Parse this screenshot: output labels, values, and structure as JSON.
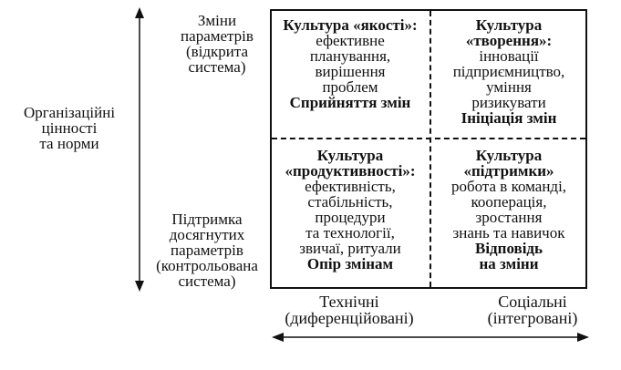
{
  "y_axis": {
    "title": [
      "Організаційні",
      "цінності",
      "та норми"
    ],
    "top_label": [
      "Зміни",
      "параметрів",
      "(відкрита",
      "система)"
    ],
    "bottom_label": [
      "Підтримка",
      "досягнутих",
      "параметрів",
      "(контрольована",
      "система)"
    ]
  },
  "x_axis": {
    "left_label": [
      "Технічні",
      "(диференційовані)"
    ],
    "right_label": [
      "Соціальні",
      "(інтегровані)"
    ]
  },
  "quadrants": {
    "top_left": {
      "title": "Культура «якості»:",
      "items": [
        "ефективне",
        "планування,",
        "вирішення",
        "проблем"
      ],
      "footer": [
        "Сприйняття змін"
      ]
    },
    "top_right": {
      "title": [
        "Культура",
        "«творення»:"
      ],
      "items": [
        "інновації",
        "підприємництво,",
        "уміння",
        "ризикувати"
      ],
      "footer": [
        "Ініціація змін"
      ]
    },
    "bottom_left": {
      "title": [
        "Культура",
        "«продуктивності»:"
      ],
      "items": [
        "ефективність,",
        "стабільність,",
        "процедури",
        "та технології,",
        "звичаї, ритуали"
      ],
      "footer": [
        "Опір змінам"
      ]
    },
    "bottom_right": {
      "title": [
        "Культура",
        "«підтримки»"
      ],
      "items": [
        "робота в команді,",
        "кооперація,",
        "зростання",
        "знань та навичок"
      ],
      "footer": [
        "Відповідь",
        "на зміни"
      ]
    }
  }
}
